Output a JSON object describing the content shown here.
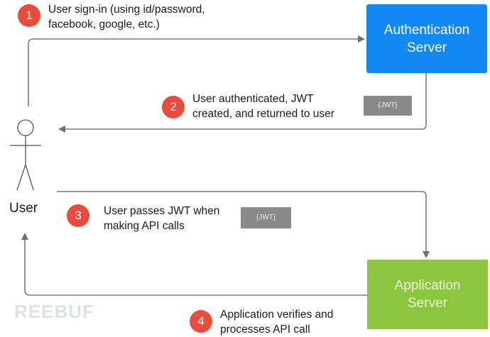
{
  "auth_server": {
    "line1": "Authentication",
    "line2": "Server",
    "color": "#1289f2"
  },
  "app_server": {
    "line1": "Application",
    "line2": "Server",
    "color": "#8cc63f"
  },
  "user": {
    "label": "User"
  },
  "steps": [
    {
      "number": "1",
      "line1": "User sign-in (using id/password,",
      "line2": "facebook, google, etc.)"
    },
    {
      "number": "2",
      "line1": "User authenticated, JWT",
      "line2": "created, and returned to user",
      "token": "{JWT}"
    },
    {
      "number": "3",
      "line1": "User passes JWT when",
      "line2": "making API calls",
      "token": "{JWT}"
    },
    {
      "number": "4",
      "line1": "Application verifies and",
      "line2": "processes API call"
    }
  ],
  "watermark": "REEBUF",
  "colors": {
    "badge": "#e94b3c",
    "token": "#8a8a8a",
    "line": "#7a7a7a"
  }
}
